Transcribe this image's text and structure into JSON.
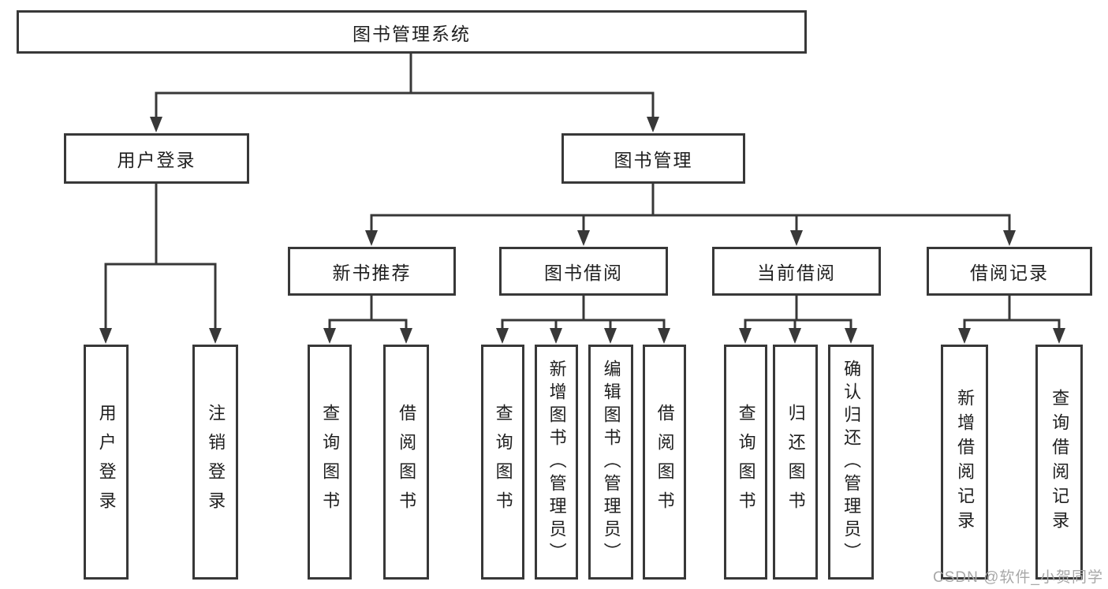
{
  "meta": {
    "background_color": "#ffffff",
    "line_color": "#383838",
    "box_border_color": "#383838",
    "text_color": "#1f1f1f",
    "watermark_color": "#a8a8a8"
  },
  "watermark": {
    "text": "CSDN @软件_小贺同学"
  },
  "diagram": {
    "type": "hierarchy",
    "root": {
      "label": "图书管理系统",
      "children": [
        {
          "label": "用户登录",
          "children": [
            {
              "label": "用户登录"
            },
            {
              "label": "注销登录"
            }
          ]
        },
        {
          "label": "图书管理",
          "children": [
            {
              "label": "新书推荐",
              "children": [
                {
                  "label": "查询图书"
                },
                {
                  "label": "借阅图书"
                }
              ]
            },
            {
              "label": "图书借阅",
              "children": [
                {
                  "label": "查询图书"
                },
                {
                  "label": "新增图书（管理员）"
                },
                {
                  "label": "编辑图书（管理员）"
                },
                {
                  "label": "借阅图书"
                }
              ]
            },
            {
              "label": "当前借阅",
              "children": [
                {
                  "label": "查询图书"
                },
                {
                  "label": "归还图书"
                },
                {
                  "label": "确认归还（管理员）"
                }
              ]
            },
            {
              "label": "借阅记录",
              "children": [
                {
                  "label": "新增借阅记录"
                },
                {
                  "label": "查询借阅记录"
                }
              ]
            }
          ]
        }
      ]
    }
  }
}
